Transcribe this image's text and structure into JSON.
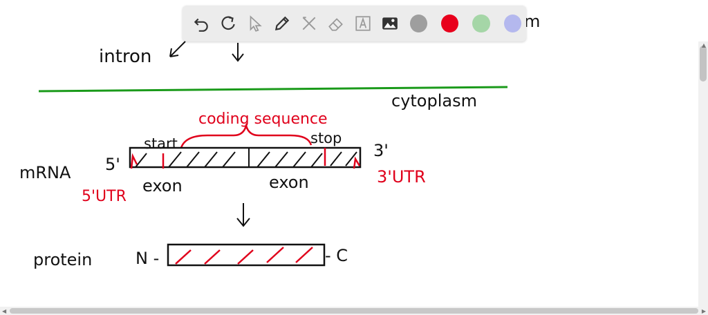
{
  "toolbar": {
    "tools": [
      "undo-icon",
      "redo-icon",
      "pointer-icon",
      "pen-icon",
      "tools-icon",
      "eraser-icon",
      "text-icon",
      "image-icon"
    ],
    "colors": [
      "#9e9e9e",
      "#e8001c",
      "#a5d6a7",
      "#b4b8ee"
    ]
  },
  "labels": {
    "m_partial": "m",
    "intron": "intron",
    "cytoplasm": "cytoplasm",
    "coding_sequence": "coding sequence",
    "start": "start",
    "stop": "stop",
    "five_prime": "5'",
    "three_prime": "3'",
    "mrna": "mRNA",
    "five_utr": "5'UTR",
    "three_utr": "3'UTR",
    "exon_1": "exon",
    "exon_2": "exon",
    "protein": "protein",
    "n_term": "N -",
    "c_term": "- C"
  }
}
